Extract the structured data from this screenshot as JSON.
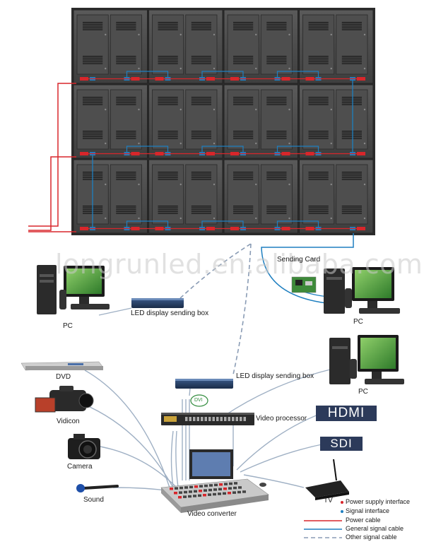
{
  "watermark": "longrunled.en.alibaba.com",
  "labels": {
    "pc_left": "PC",
    "pc_right_top": "PC",
    "pc_right_mid": "PC",
    "sending_box_top": "LED display sending box",
    "sending_box_mid": "LED display sending box",
    "sending_card": "Sending Card",
    "dvi": "DVI",
    "video_processor": "Video processor",
    "video_converter": "Video converter",
    "hdmi": "HDMI",
    "sdi": "SDI",
    "tv": "TV",
    "dvd": "DVD",
    "vidicon": "Vidicon",
    "camera": "Camera",
    "sound": "Sound"
  },
  "legend": {
    "power_interface": "Power supply interface",
    "signal_interface": "Signal interface",
    "power_cable": "Power cable",
    "general_signal_cable": "General signal cable",
    "other_signal_cable": "Other signal cable"
  },
  "colors": {
    "power": "#d8262b",
    "signal": "#1e7fc0",
    "other_signal": "#8a9cb5",
    "cabinet": "#4a4a4a",
    "badge": "#2c3a5a"
  },
  "screen": {
    "columns": 4,
    "rows": 3
  }
}
